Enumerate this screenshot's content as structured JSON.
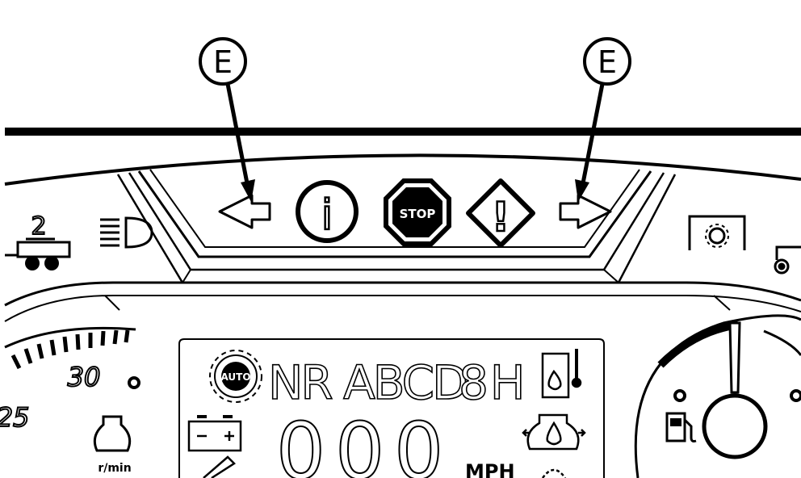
{
  "callouts": [
    {
      "label": "E",
      "points_to": "turn-signal-left-indicator"
    },
    {
      "label": "E",
      "points_to": "turn-signal-right-indicator"
    }
  ],
  "warning_lamps": {
    "info_symbol": "i",
    "stop_text": "STOP",
    "warning_symbol": "!"
  },
  "trailer_indicator": {
    "number": "2"
  },
  "tachometer": {
    "scale_label": "30",
    "partial_label": "25",
    "unit": "r/min"
  },
  "lcd": {
    "auto_label": "AUTO",
    "gear_text": "NR ABCD",
    "range_digits": "8H",
    "speed_digits": "000",
    "speed_unit": "MPH"
  },
  "colors": {
    "ink": "#000000",
    "paper": "#ffffff"
  }
}
